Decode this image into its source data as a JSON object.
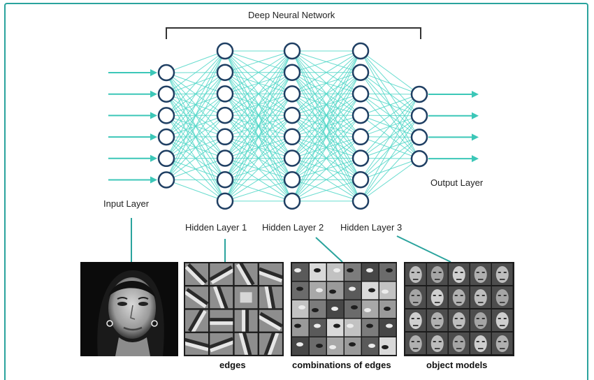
{
  "title": "Deep Neural Network",
  "layers": [
    {
      "name": "Input Layer",
      "nodes": 6
    },
    {
      "name": "Hidden Layer 1",
      "nodes": 8
    },
    {
      "name": "Hidden Layer 2",
      "nodes": 8
    },
    {
      "name": "Hidden Layer 3",
      "nodes": 8
    },
    {
      "name": "Output Layer",
      "nodes": 4
    }
  ],
  "captions": {
    "edges": "edges",
    "combinations": "combinations of edges",
    "object_models": "object models"
  },
  "colors": {
    "connection": "#4fd6c7",
    "node_stroke": "#1f3f63",
    "frame": "#2aa39d",
    "arrow": "#3cc7b8"
  }
}
